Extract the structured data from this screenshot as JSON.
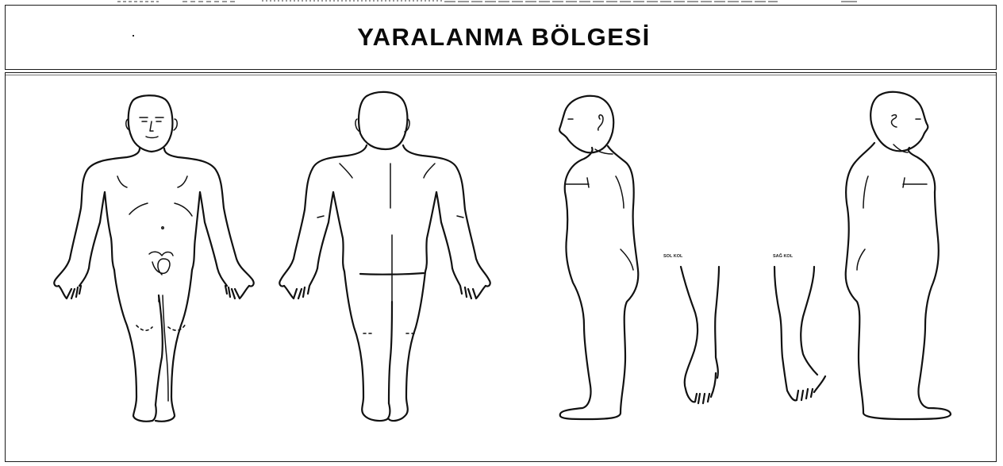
{
  "form": {
    "title": "YARALANMA BÖLGESİ"
  },
  "diagrams": {
    "figures": [
      {
        "view": "front"
      },
      {
        "view": "back"
      },
      {
        "view": "left-side"
      },
      {
        "view": "left-arm"
      },
      {
        "view": "right-arm"
      },
      {
        "view": "right-side"
      }
    ],
    "arm_labels": {
      "left": "SOL KOL",
      "right": "SAĞ KOL"
    }
  },
  "colors": {
    "line": "#111111",
    "border": "#1a1a1a",
    "background": "#ffffff"
  }
}
